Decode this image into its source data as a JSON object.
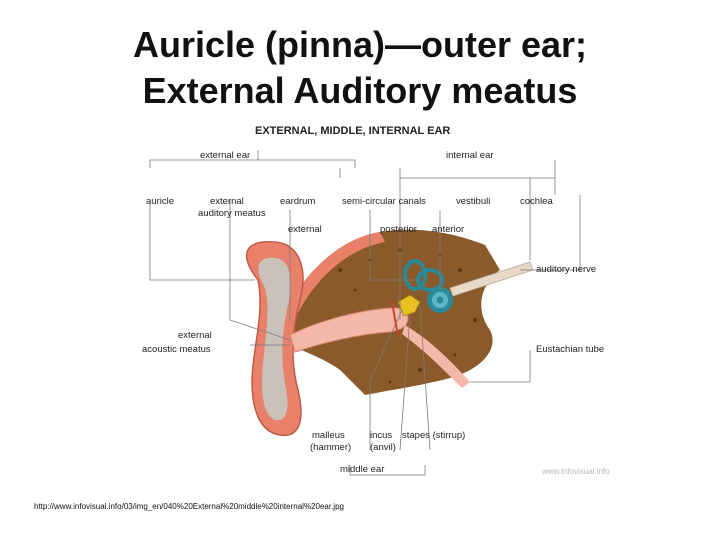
{
  "slide": {
    "title_line1": "Auricle (pinna)—outer ear;",
    "title_line2": "External Auditory meatus",
    "source_url": "http://www.infovisual.info/03/img_en/040%20External%20middle%20internal%20ear.jpg"
  },
  "figure": {
    "heading": "EXTERNAL, MIDDLE, INTERNAL EAR",
    "labels": {
      "external_ear": "external ear",
      "internal_ear": "internal ear",
      "auricle": "auricle",
      "external_auditory_meatus_1": "external",
      "external_auditory_meatus_2": "auditory meatus",
      "eardrum": "eardrum",
      "semicircular_canals": "semi-circular canals",
      "vestibule": "vestibuli",
      "cochlea": "cochlea",
      "external_canal": "external",
      "posterior": "posterior",
      "anterior": "anterior",
      "auditory_nerve": "auditory nerve",
      "acoustic_meatus_1": "external",
      "acoustic_meatus_2": "acoustic meatus",
      "eustachian_tube": "Eustachian tube",
      "malleus_1": "malleus",
      "malleus_2": "(hammer)",
      "incus_1": "incus",
      "incus_2": "(anvil)",
      "stapes": "stapes (stirrup)",
      "middle_ear": "middle ear"
    },
    "watermark": "www.infovisual.info",
    "colors": {
      "skin": "#e8806a",
      "cartilage": "#c9c2bb",
      "bone": "#8a5a2a",
      "canal": "#f4b8a8",
      "cochlea": "#2b8a9a",
      "ossicle": "#e8c020",
      "nerve": "#e8d8c8",
      "line": "#7a7a7a"
    }
  }
}
